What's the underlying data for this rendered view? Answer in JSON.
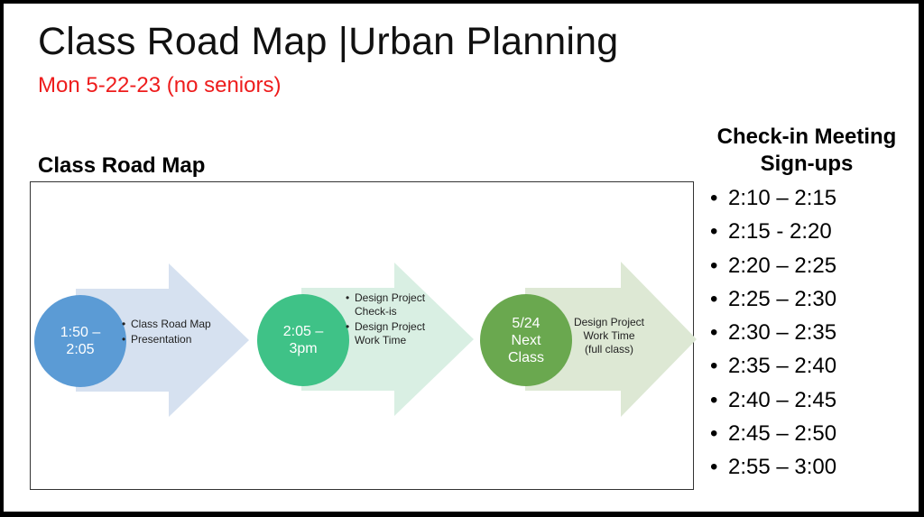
{
  "slide": {
    "title": "Class Road Map |Urban Planning",
    "subtitle": "Mon 5-22-23 (no seniors)"
  },
  "roadmap": {
    "heading": "Class Road Map",
    "steps": [
      {
        "circle_lines": [
          "1:50 –",
          "2:05"
        ],
        "bullets": [
          "Class Road Map",
          "Presentation"
        ],
        "circle_color": "#5b9bd5",
        "arrow_color": "#d6e1f0"
      },
      {
        "circle_lines": [
          "2:05 –",
          "3pm"
        ],
        "bullets": [
          "Design Project Check-is",
          "Design Project Work Time"
        ],
        "circle_color": "#3fc287",
        "arrow_color": "#d9efe3"
      },
      {
        "circle_lines": [
          "5/24",
          "Next",
          "Class"
        ],
        "text_lines": [
          "Design Project",
          "Work Time",
          "(full class)"
        ],
        "circle_color": "#6aa84f",
        "arrow_color": "#dde8d4"
      }
    ]
  },
  "signups": {
    "heading_lines": [
      "Check-in Meeting",
      "Sign-ups"
    ],
    "slots": [
      "2:10 – 2:15",
      "2:15 - 2:20",
      "2:20 – 2:25",
      "2:25 – 2:30",
      "2:30 – 2:35",
      "2:35 – 2:40",
      "2:40 – 2:45",
      "2:45 – 2:50",
      "2:55 – 3:00"
    ]
  }
}
